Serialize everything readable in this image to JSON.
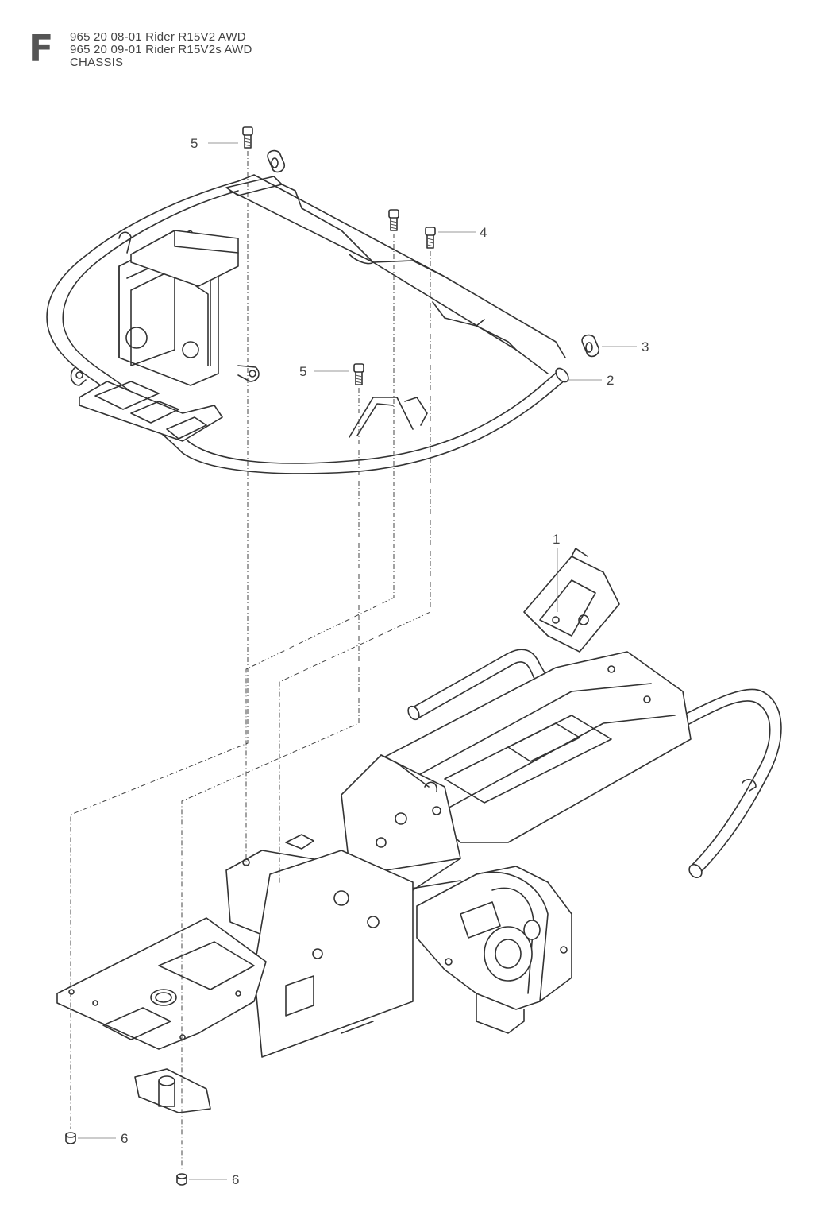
{
  "header": {
    "section_letter": "F",
    "line1": "965 20 08-01 Rider R15V2 AWD",
    "line2": "965 20 09-01 Rider R15V2s AWD",
    "line3": "CHASSIS"
  },
  "callouts": {
    "c1": "1",
    "c2": "2",
    "c3": "3",
    "c4": "4",
    "c5a": "5",
    "c5b": "5",
    "c6a": "6",
    "c6b": "6"
  }
}
